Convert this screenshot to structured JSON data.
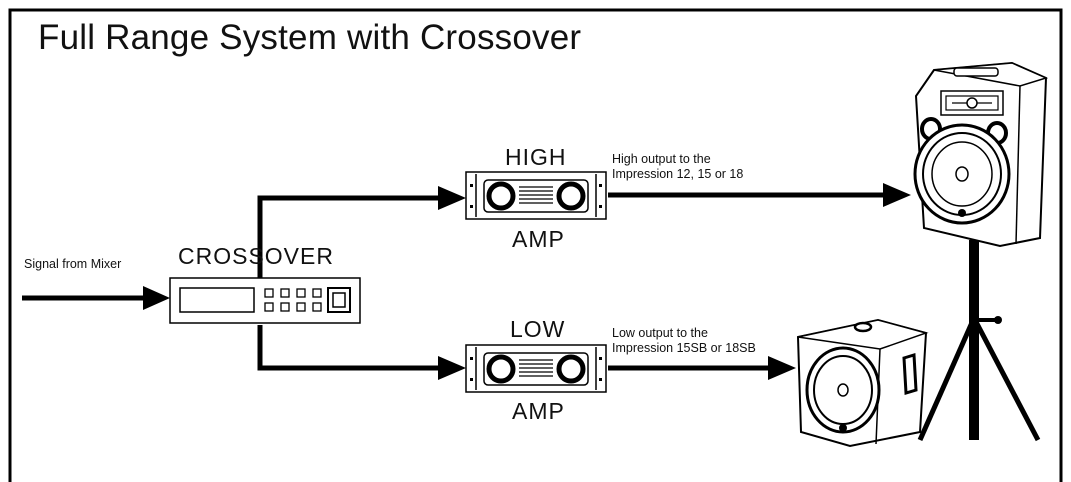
{
  "title": "Full Range System with Crossover",
  "labels": {
    "signal_from_mixer": "Signal from Mixer",
    "crossover": "CROSSOVER",
    "high": "HIGH",
    "amp_high": "AMP",
    "low": "LOW",
    "amp_low": "AMP",
    "high_output_line1": "High output to the",
    "high_output_line2": "Impression 12, 15 or 18",
    "low_output_line1": "Low output to the",
    "low_output_line2": "Impression 15SB or 18SB"
  },
  "colors": {
    "line": "#000000",
    "device_fill": "#ffffff",
    "display": "#d9d9d9"
  },
  "icons": [
    "crossover-unit-icon",
    "amplifier-icon",
    "full-range-speaker-icon",
    "subwoofer-icon",
    "speaker-stand-icon"
  ]
}
